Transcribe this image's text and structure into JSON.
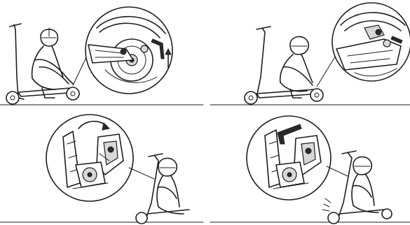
{
  "illustration": {
    "panels": [
      {
        "id": "panel-1",
        "icons": [
          "scooter-icon",
          "rider-icon",
          "rear-wheel-detail-icon",
          "allen-key-icon",
          "arrow-icon"
        ]
      },
      {
        "id": "panel-2",
        "icons": [
          "scooter-icon",
          "rider-icon",
          "rear-fender-detail-icon"
        ]
      },
      {
        "id": "panel-3",
        "icons": [
          "folding-mechanism-detail-icon",
          "curved-arrow-icon",
          "scooter-icon",
          "rider-icon"
        ]
      },
      {
        "id": "panel-4",
        "icons": [
          "folding-mechanism-detail-icon",
          "allen-key-icon",
          "scooter-icon",
          "rider-icon"
        ]
      }
    ],
    "colors": {
      "ink": "#1e1e1e",
      "background": "#ffffff",
      "shade": "#d8d8d8"
    }
  }
}
